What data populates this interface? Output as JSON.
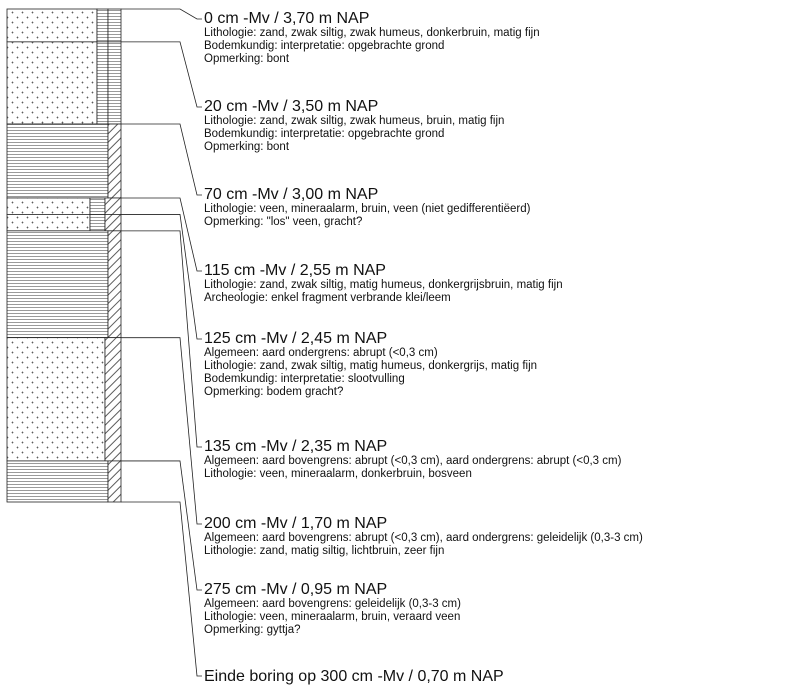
{
  "layers": [
    {
      "from_cm": 0,
      "to_cm": 20,
      "pattern": "sand"
    },
    {
      "from_cm": 20,
      "to_cm": 70,
      "pattern": "sand"
    },
    {
      "from_cm": 70,
      "to_cm": 115,
      "pattern": "lines"
    },
    {
      "from_cm": 115,
      "to_cm": 125,
      "pattern": "sand"
    },
    {
      "from_cm": 125,
      "to_cm": 135,
      "pattern": "sand"
    },
    {
      "from_cm": 135,
      "to_cm": 200,
      "pattern": "lines"
    },
    {
      "from_cm": 200,
      "to_cm": 275,
      "pattern": "sand"
    },
    {
      "from_cm": 275,
      "to_cm": 300,
      "pattern": "lines"
    }
  ],
  "entries": [
    {
      "title": "0 cm -Mv / 3,70 m NAP",
      "lines": [
        "Lithologie: zand, zwak siltig, zwak humeus, donkerbruin, matig fijn",
        "Bodemkundig: interpretatie: opgebrachte grond",
        "Opmerking: bont"
      ]
    },
    {
      "title": "20 cm -Mv / 3,50 m NAP",
      "lines": [
        "Lithologie: zand, zwak siltig, zwak humeus, bruin, matig fijn",
        "Bodemkundig: interpretatie: opgebrachte grond",
        "Opmerking: bont"
      ]
    },
    {
      "title": "70 cm -Mv / 3,00 m NAP",
      "lines": [
        "Lithologie: veen, mineraalarm, bruin, veen (niet gedifferentiëerd)",
        "Opmerking: \"los\" veen, gracht?"
      ]
    },
    {
      "title": "115 cm -Mv / 2,55 m NAP",
      "lines": [
        "Lithologie: zand, zwak siltig, matig humeus, donkergrijsbruin, matig fijn",
        "Archeologie: enkel fragment verbrande klei/leem"
      ]
    },
    {
      "title": "125 cm -Mv / 2,45 m NAP",
      "lines": [
        "Algemeen: aard ondergrens: abrupt (<0,3 cm)",
        "Lithologie: zand, zwak siltig, matig humeus, donkergrijs, matig fijn",
        "Bodemkundig: interpretatie: slootvulling",
        "Opmerking: bodem gracht?"
      ]
    },
    {
      "title": "135 cm -Mv / 2,35 m NAP",
      "lines": [
        "Algemeen: aard bovengrens: abrupt (<0,3 cm), aard ondergrens: abrupt (<0,3 cm)",
        "Lithologie: veen, mineraalarm, donkerbruin, bosveen"
      ]
    },
    {
      "title": "200 cm -Mv / 1,70 m NAP",
      "lines": [
        "Algemeen: aard bovengrens: abrupt (<0,3 cm), aard ondergrens: geleidelijk (0,3-3 cm)",
        "Lithologie: zand, matig siltig, lichtbruin, zeer fijn"
      ]
    },
    {
      "title": "275 cm -Mv / 0,95 m NAP",
      "lines": [
        "Algemeen: aard bovengrens: geleidelijk (0,3-3 cm)",
        "Lithologie: veen, mineraalarm, bruin, veraard veen",
        "Opmerking: gyttja?"
      ]
    }
  ],
  "end_label": "Einde boring op 300 cm -Mv / 0,70 m NAP"
}
